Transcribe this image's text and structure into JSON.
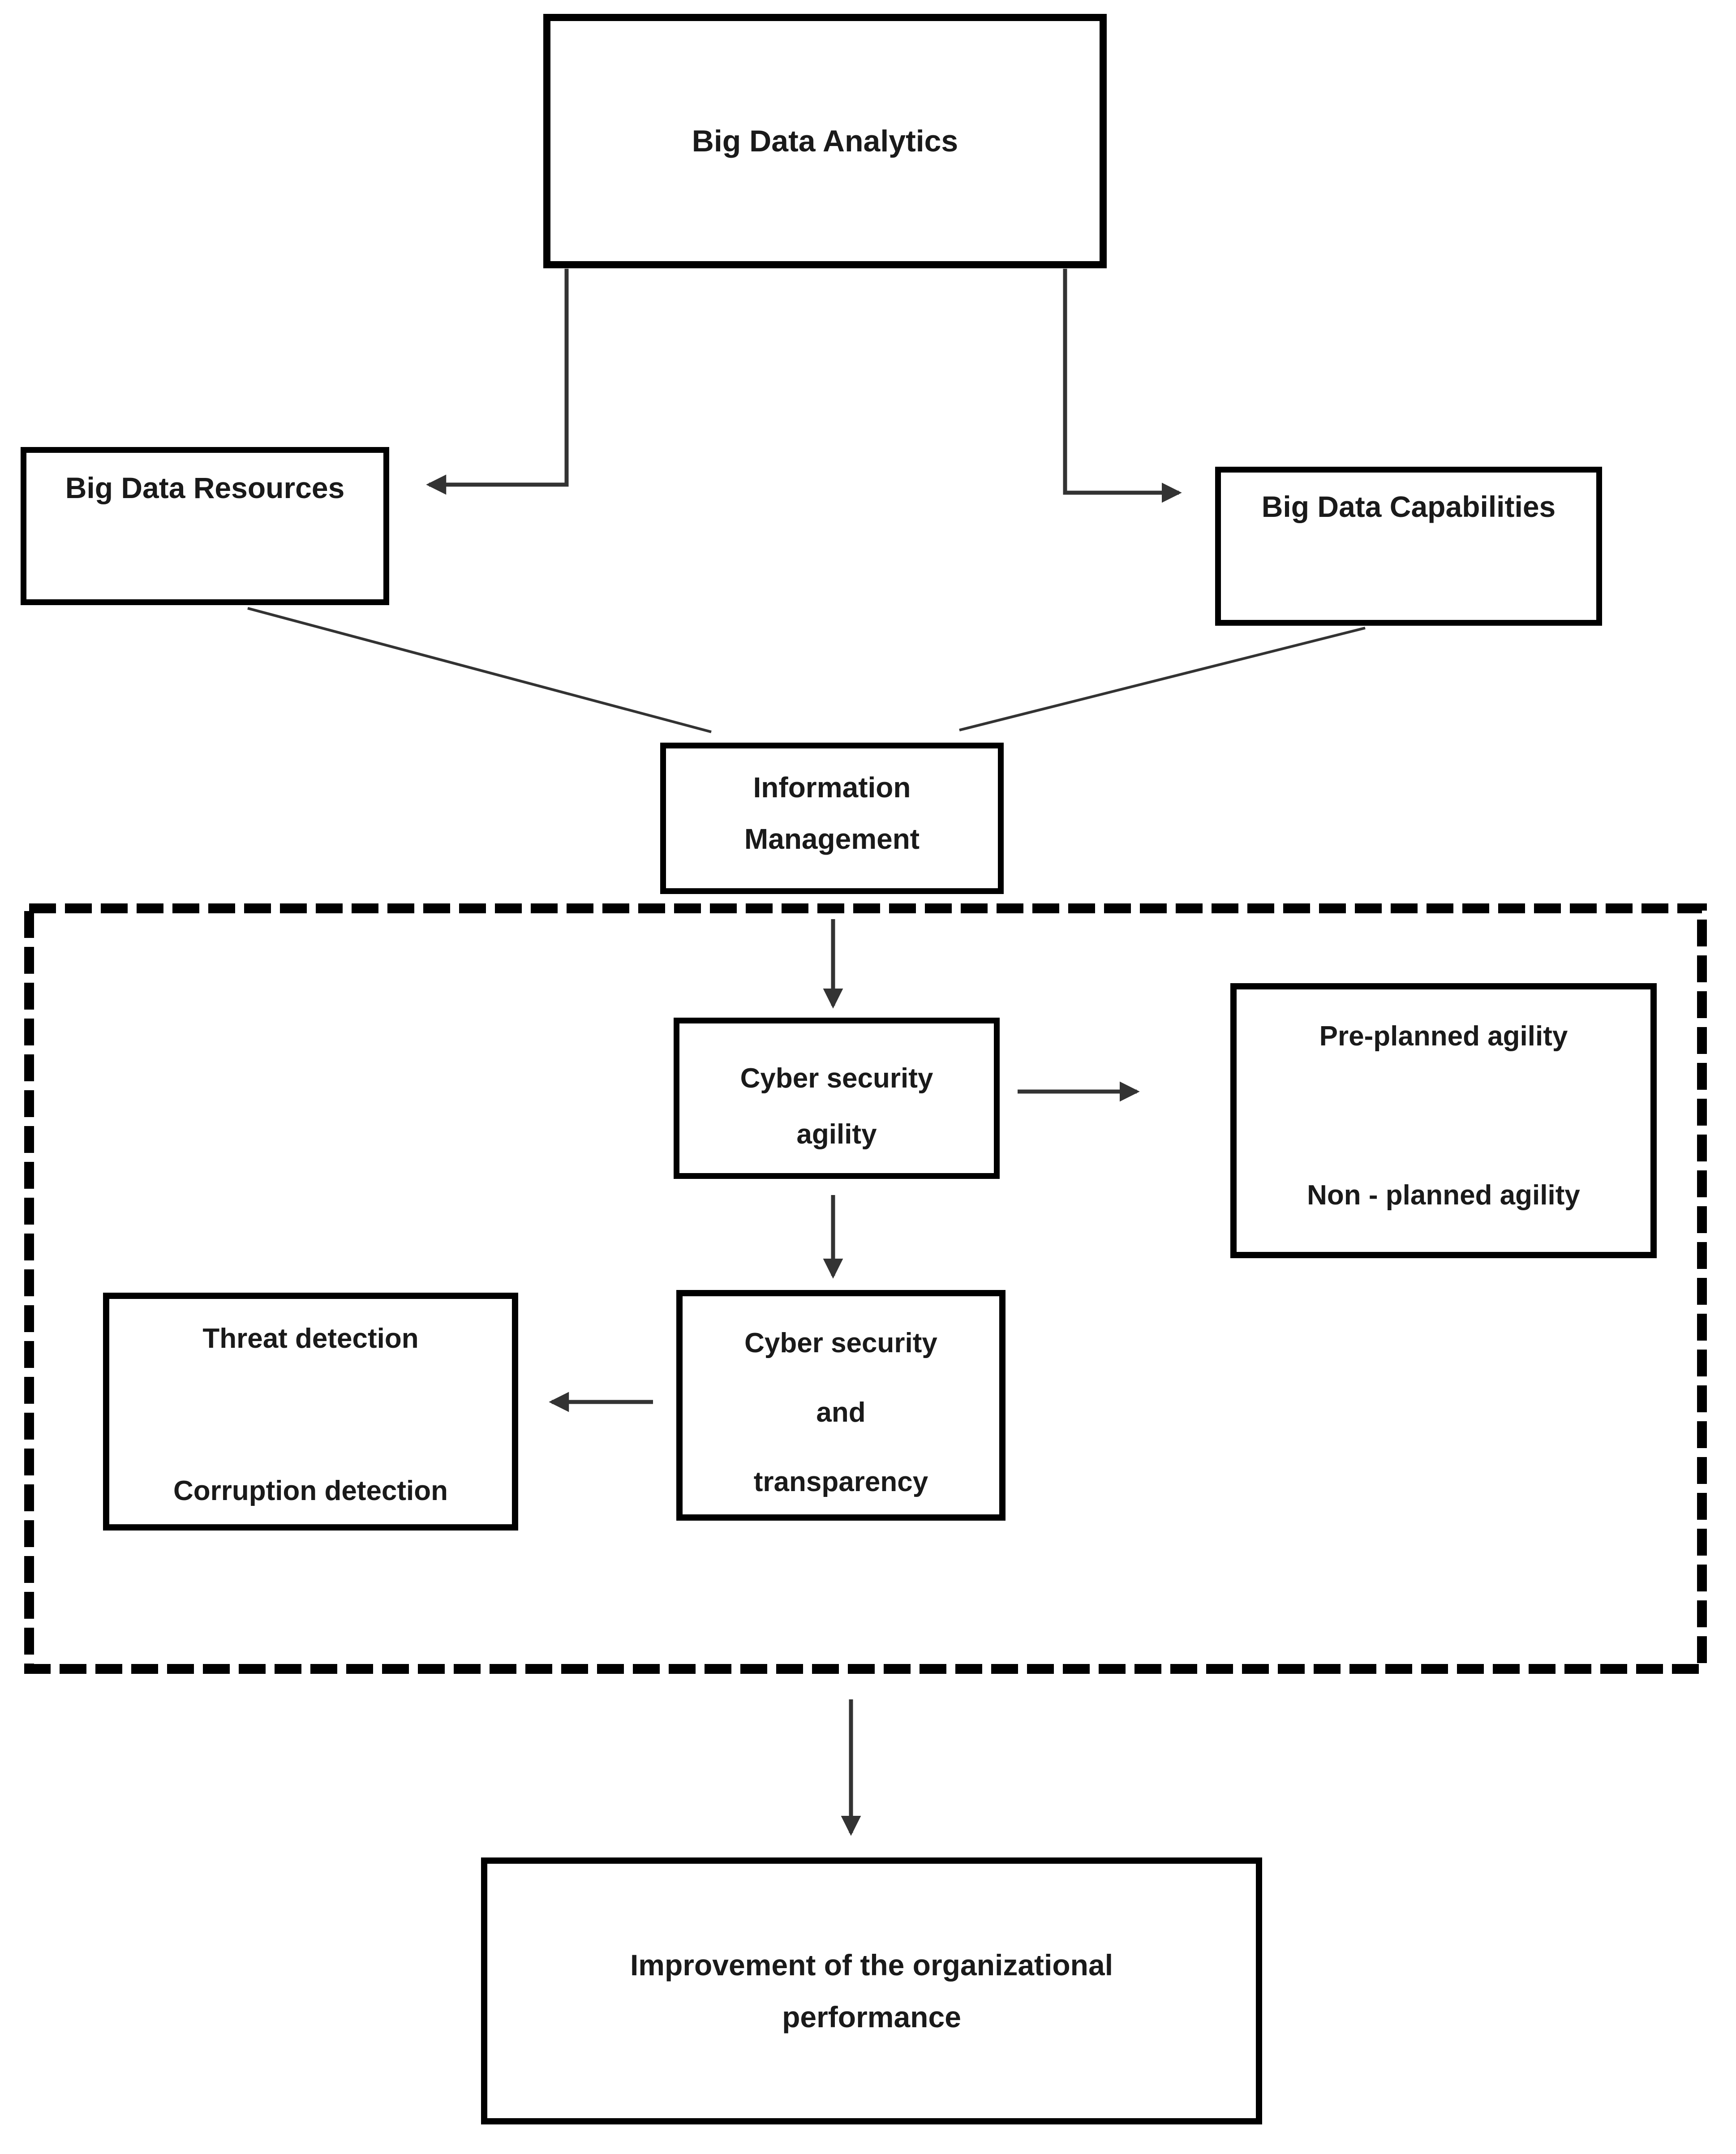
{
  "diagram": {
    "nodes": {
      "analytics": {
        "lines": [
          "Big Data Analytics"
        ]
      },
      "resources": {
        "lines": [
          "Big Data Resources"
        ]
      },
      "capabilities": {
        "lines": [
          "Big Data Capabilities"
        ]
      },
      "information_management": {
        "lines": [
          "Information",
          "Management"
        ]
      },
      "cyber_agility": {
        "lines": [
          "Cyber security",
          "agility"
        ]
      },
      "planned_agility": {
        "lines": [
          "Pre-planned agility",
          "Non - planned agility"
        ]
      },
      "cyber_transparency": {
        "lines": [
          "Cyber security",
          "and",
          "transparency"
        ]
      },
      "detection": {
        "lines": [
          "Threat detection",
          "Corruption detection"
        ]
      },
      "performance": {
        "lines": [
          "Improvement of the organizational",
          "performance"
        ]
      }
    },
    "colors": {
      "background": "#ffffff",
      "box_border": "#000000",
      "connector": "#333333",
      "text": "#1a1a1a"
    }
  }
}
